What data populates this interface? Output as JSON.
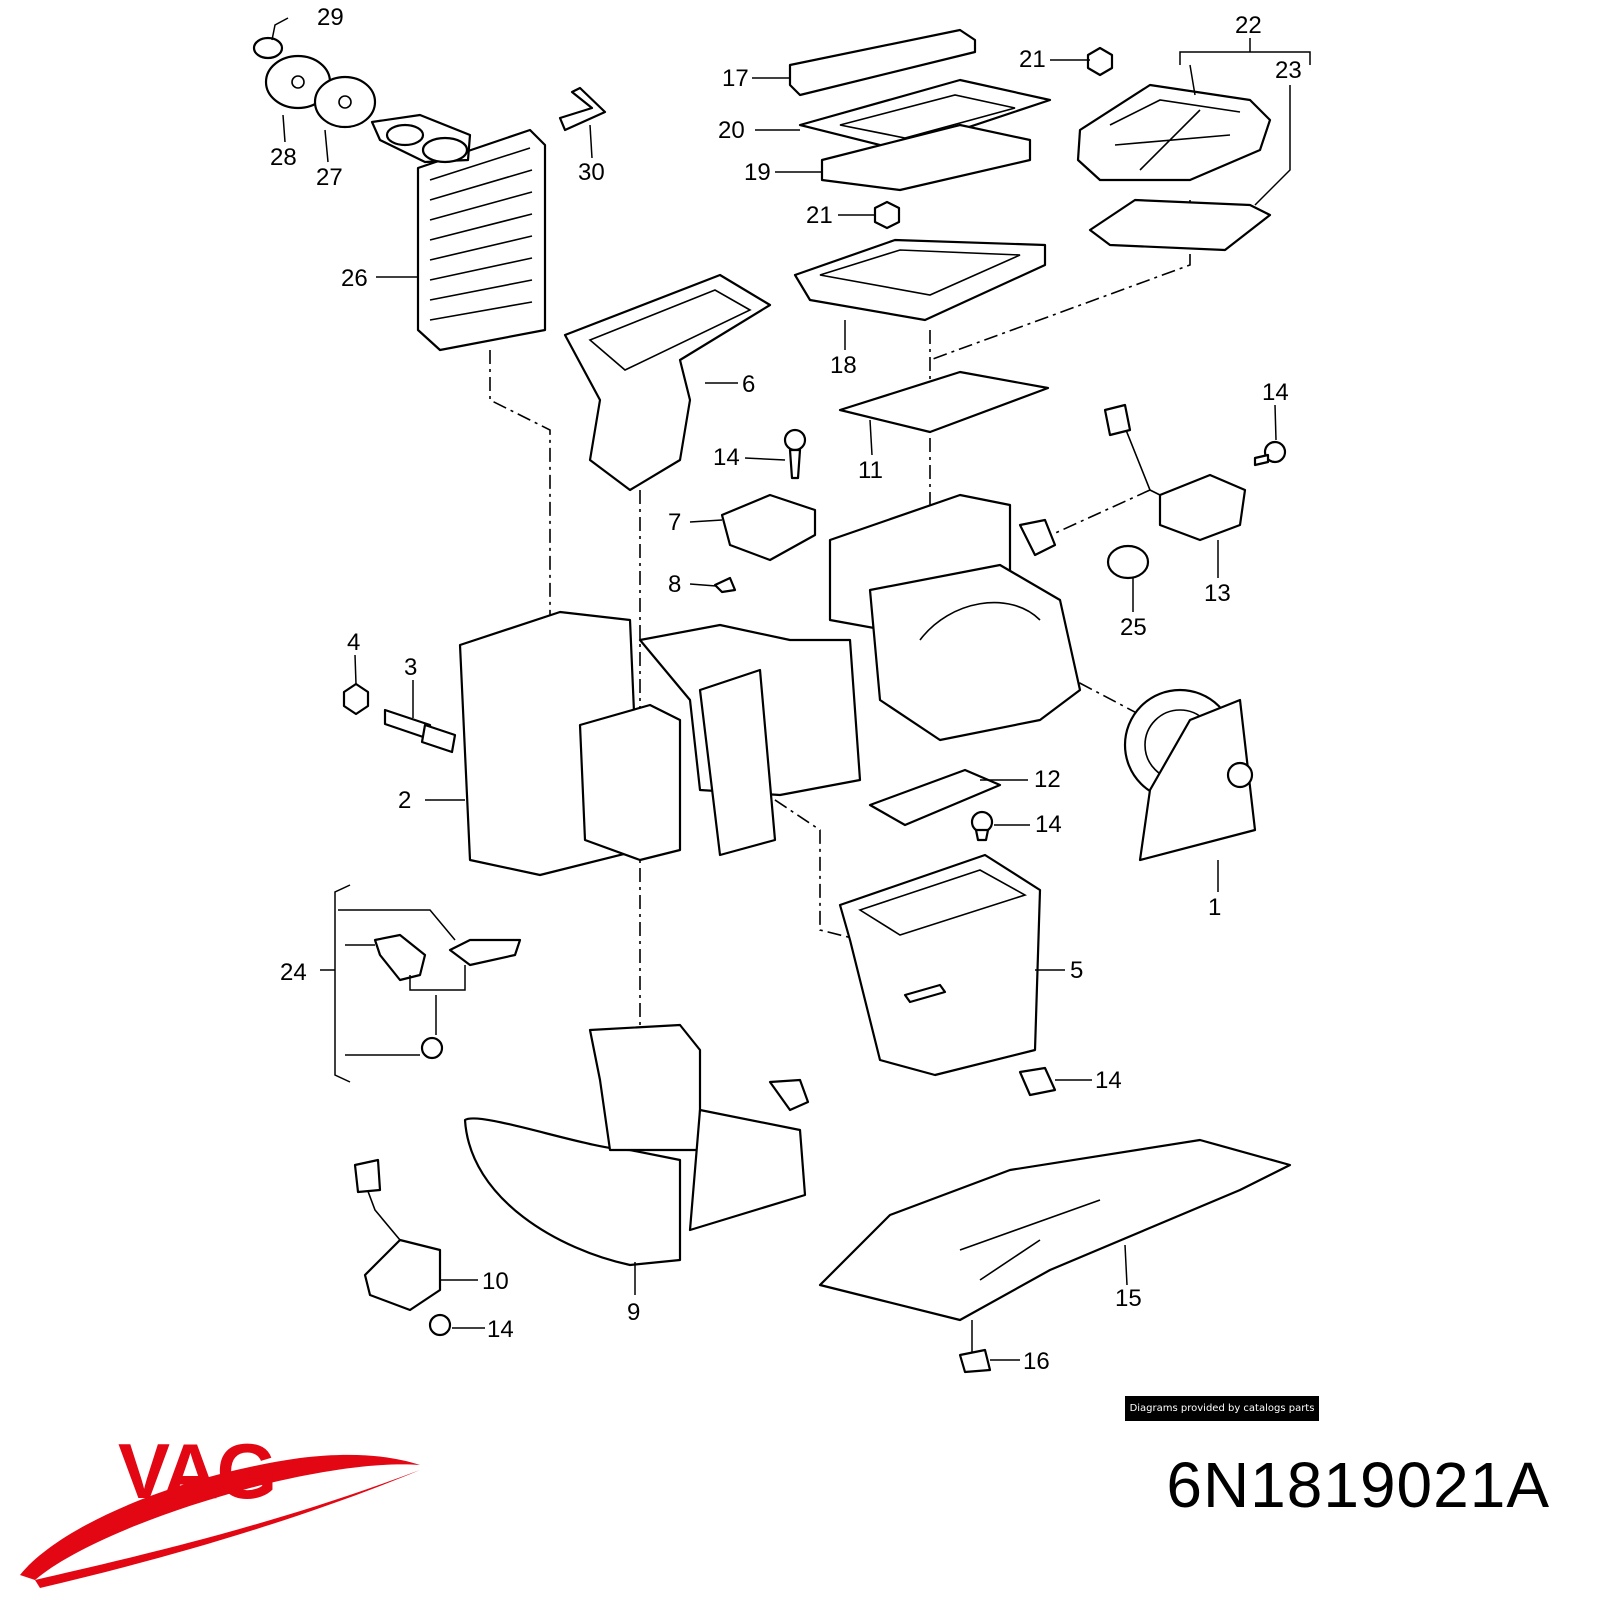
{
  "callouts": [
    {
      "id": "c1",
      "text": "1"
    },
    {
      "id": "c2",
      "text": "2"
    },
    {
      "id": "c3",
      "text": "3"
    },
    {
      "id": "c4",
      "text": "4"
    },
    {
      "id": "c5",
      "text": "5"
    },
    {
      "id": "c6",
      "text": "6"
    },
    {
      "id": "c7",
      "text": "7"
    },
    {
      "id": "c8",
      "text": "8"
    },
    {
      "id": "c9",
      "text": "9"
    },
    {
      "id": "c10",
      "text": "10"
    },
    {
      "id": "c11",
      "text": "11"
    },
    {
      "id": "c12",
      "text": "12"
    },
    {
      "id": "c13",
      "text": "13"
    },
    {
      "id": "c14a",
      "text": "14"
    },
    {
      "id": "c14b",
      "text": "14"
    },
    {
      "id": "c14c",
      "text": "14"
    },
    {
      "id": "c14d",
      "text": "14"
    },
    {
      "id": "c14e",
      "text": "14"
    },
    {
      "id": "c15",
      "text": "15"
    },
    {
      "id": "c16",
      "text": "16"
    },
    {
      "id": "c17",
      "text": "17"
    },
    {
      "id": "c18",
      "text": "18"
    },
    {
      "id": "c19",
      "text": "19"
    },
    {
      "id": "c20",
      "text": "20"
    },
    {
      "id": "c21a",
      "text": "21"
    },
    {
      "id": "c21b",
      "text": "21"
    },
    {
      "id": "c22",
      "text": "22"
    },
    {
      "id": "c23",
      "text": "23"
    },
    {
      "id": "c24",
      "text": "24"
    },
    {
      "id": "c25",
      "text": "25"
    },
    {
      "id": "c26",
      "text": "26"
    },
    {
      "id": "c27",
      "text": "27"
    },
    {
      "id": "c28",
      "text": "28"
    },
    {
      "id": "c29",
      "text": "29"
    },
    {
      "id": "c30",
      "text": "30"
    }
  ],
  "credit": "Diagrams provided by catalogs parts",
  "part_number": "6N1819021A",
  "brand": {
    "name": "VAG",
    "color": "#e30613"
  }
}
